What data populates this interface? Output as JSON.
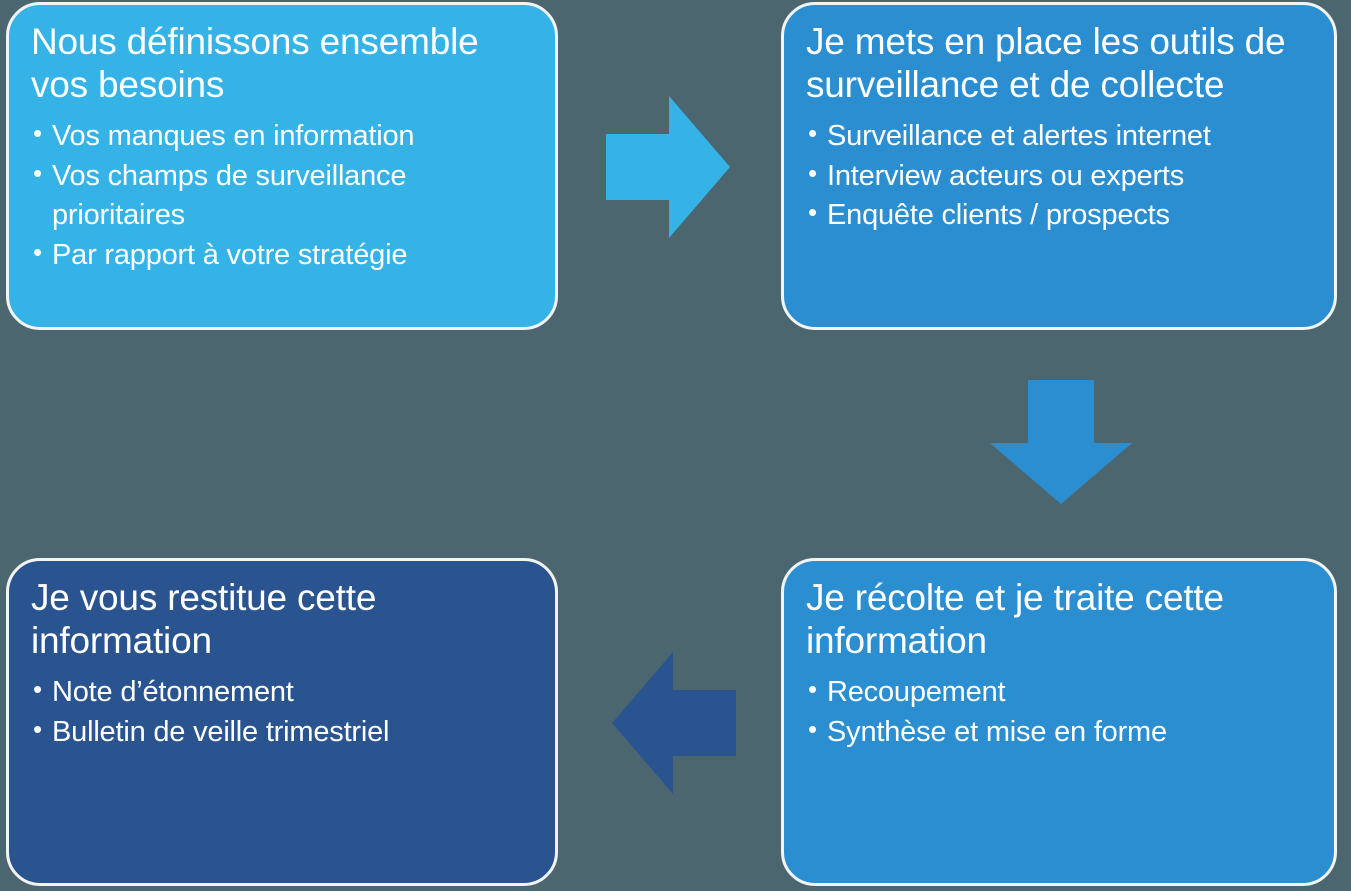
{
  "diagram": {
    "background_color": "#4c6670",
    "text_color": "#ffffff",
    "border_color": "#f2f4f4",
    "steps": [
      {
        "id": "step-1",
        "title": "Nous définissons ensemble vos besoins",
        "color": "#35b3e7",
        "bullets": [
          "Vos manques en information",
          "Vos champs de surveillance prioritaires",
          "Par rapport à votre stratégie"
        ]
      },
      {
        "id": "step-2",
        "title": "Je mets en place les outils de surveillance et de collecte",
        "color": "#2b8ed1",
        "bullets": [
          "Surveillance et alertes  internet",
          "Interview acteurs ou experts",
          "Enquête clients / prospects"
        ]
      },
      {
        "id": "step-3",
        "title": "Je récolte et je traite cette information",
        "color": "#2b8ed1",
        "bullets": [
          "Recoupement",
          "Synthèse et mise en forme"
        ]
      },
      {
        "id": "step-4",
        "title": "Je vous restitue cette information",
        "color": "#2a5490",
        "bullets": [
          "Note d’étonnement",
          "Bulletin de veille trimestriel"
        ]
      }
    ],
    "connectors": [
      {
        "id": "arrow-right",
        "icon": "arrow-right-icon",
        "direction": "right",
        "color": "#35b3e7",
        "from": "step-1",
        "to": "step-2"
      },
      {
        "id": "arrow-down",
        "icon": "arrow-down-icon",
        "direction": "down",
        "color": "#2b8ed1",
        "from": "step-2",
        "to": "step-3"
      },
      {
        "id": "arrow-left",
        "icon": "arrow-left-icon",
        "direction": "left",
        "color": "#2a5490",
        "from": "step-3",
        "to": "step-4"
      }
    ]
  }
}
